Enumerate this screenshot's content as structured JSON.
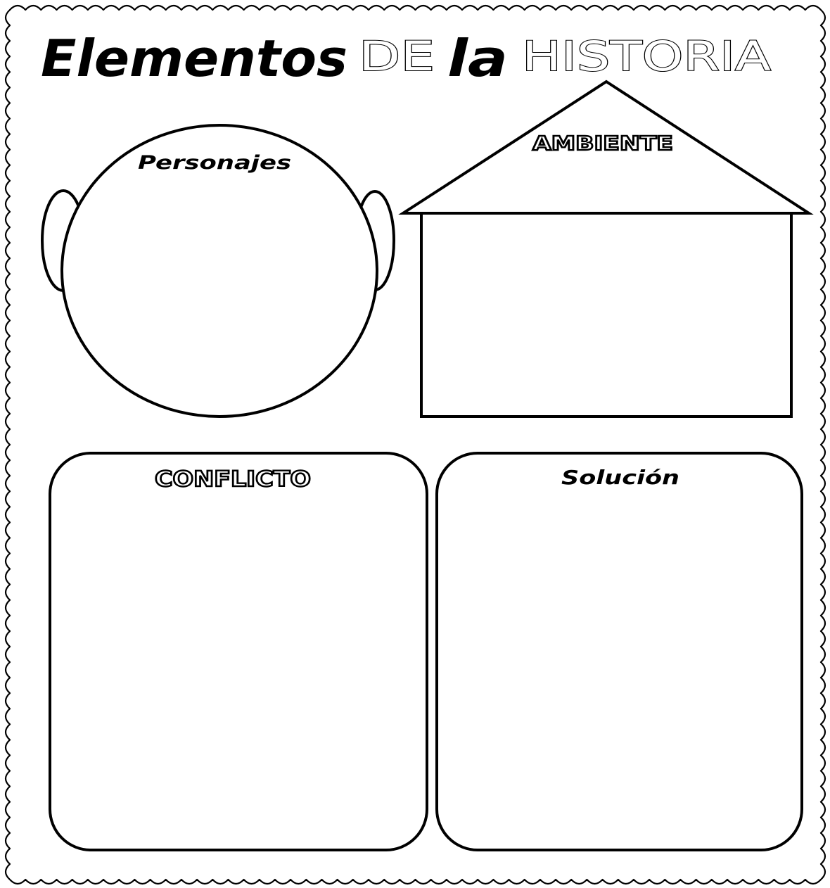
{
  "title": {
    "part1": "Elementos",
    "part2": "DE",
    "part3": "la",
    "part4": "HISTORIA"
  },
  "sections": {
    "characters": {
      "label": "Personajes"
    },
    "setting": {
      "label": "AMBIENTE"
    },
    "conflict": {
      "label": "CONFLICTO"
    },
    "solution": {
      "label": "Solución"
    }
  },
  "colors": {
    "ink": "#000000",
    "paper": "#ffffff"
  }
}
